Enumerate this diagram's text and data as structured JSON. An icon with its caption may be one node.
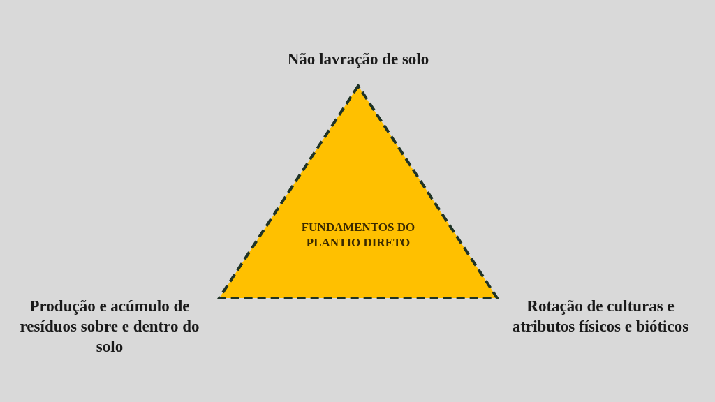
{
  "diagram": {
    "nodes": [
      {
        "text": [
          "FUNDAMENTOS DO PLANTIO DIRETO"
        ]
      }
    ],
    "labels": [
      "Não lavração de solo",
      "Produção e acúmulo de resíduos sobre e dentro do solo",
      "Rotação de culturas e atributos físicos e bióticos"
    ]
  }
}
